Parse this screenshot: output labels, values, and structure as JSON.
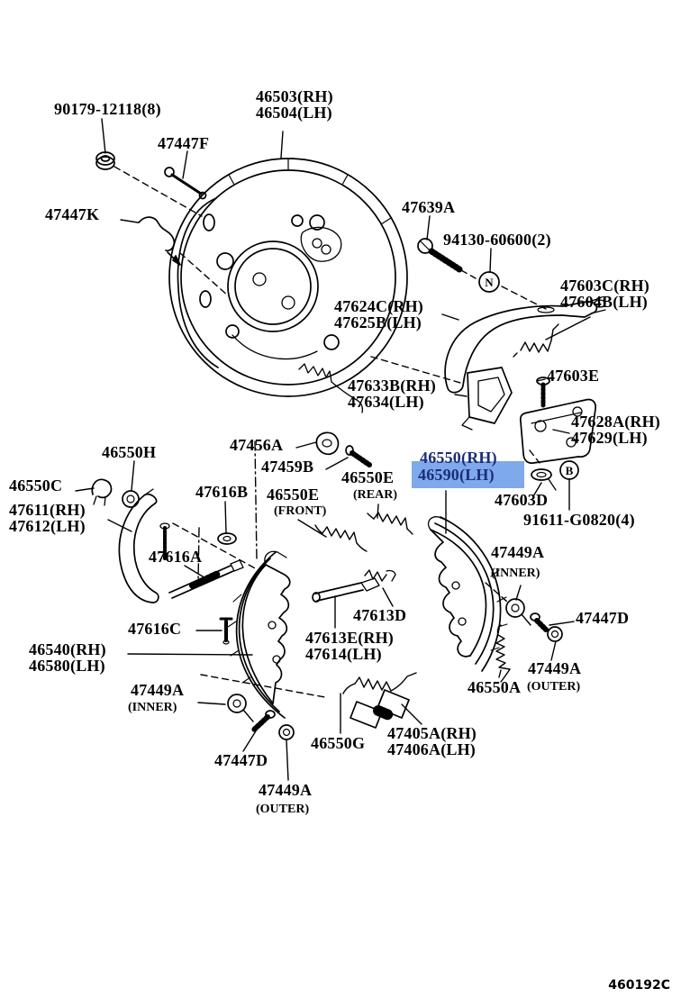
{
  "figure_code": "460192C",
  "colors": {
    "highlight_bg": "#7ea9ea",
    "highlight_text": "#1b2d7a",
    "line": "#000000",
    "background": "#ffffff"
  },
  "markers": {
    "n": "N",
    "b": "B"
  },
  "labels": {
    "nut_90179": "90179-12118(8)",
    "pin_47447f": "47447F",
    "plate_46503": {
      "rh": "46503(RH)",
      "lh": "46504(LH)"
    },
    "clip_47447k": "47447K",
    "bolt_47639a": "47639A",
    "nut_94130": "94130-60600(2)",
    "spring_47603c": {
      "rh": "47603C(RH)",
      "lh": "47604B(LH)"
    },
    "lever_47624c": {
      "rh": "47624C(RH)",
      "lh": "47625B(LH)"
    },
    "bracket_47633b": {
      "rh": "47633B(RH)",
      "lh": "47634(LH)"
    },
    "pin_47603e": "47603E",
    "bracket_47628a": {
      "rh": "47628A(RH)",
      "lh": "47629(LH)"
    },
    "washer_46550h": "46550H",
    "grommet_47456a": "47456A",
    "pin_47459b": "47459B",
    "clip_46550c": "46550C",
    "lever_47611": {
      "rh": "47611(RH)",
      "lh": "47612(LH)"
    },
    "washer_47616b": "47616B",
    "spring_46550e_front": {
      "code": "46550E",
      "qualifier": "(FRONT)"
    },
    "spring_46550e_rear": {
      "code": "46550E",
      "qualifier": "(REAR)"
    },
    "shoe_46550": "46550(RH)",
    "shoe_46590": "46590(LH)",
    "washer_47603d": "47603D",
    "bolt_91611": "91611-G0820(4)",
    "adjuster_47616a": "47616A",
    "pin_47616c": "47616C",
    "shoe_46540": {
      "rh": "46540(RH)",
      "lh": "46580(LH)"
    },
    "cwasher_47449a_inner_left": {
      "code": "47449A",
      "qualifier": "(INNER)"
    },
    "spring_47613d": "47613D",
    "strut_47613e": {
      "rh": "47613E(RH)",
      "lh": "47614(LH)"
    },
    "spring_46550g": "46550G",
    "adjuster_47405a": {
      "rh": "47405A(RH)",
      "lh": "47406A(LH)"
    },
    "cwasher_47449a_inner_right": {
      "code": "47449A",
      "qualifier": "(INNER)"
    },
    "pin_47447d_right": "47447D",
    "cwasher_47449a_outer_right": {
      "code": "47449A",
      "qualifier": "(OUTER)"
    },
    "spring_46550a": "46550A",
    "pin_47447d_bottom": "47447D",
    "cwasher_47449a_outer_bottom": {
      "code": "47449A",
      "qualifier": "(OUTER)"
    }
  }
}
